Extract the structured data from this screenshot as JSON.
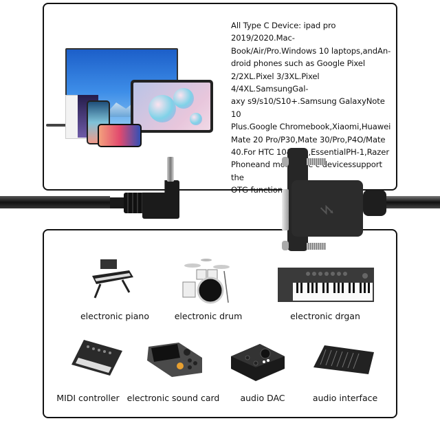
{
  "top_panel": {
    "description": "All Type C Device: ipad pro 2019/2020.Mac-\nBook/Air/Pro.Windows 10 laptops,andAn-\ndroid phones such as Google Pixel\n2/2XL.Pixel 3/3XL.Pixel 4/4XL.SamsungGal-\naxy s9/s10/S10+.Samsung GalaxyNote 10\nPlus.Google Chromebook,Xiaomi,Huawei\nMate 20 Pro/P30,Mate 30/Pro,P4O/Mate\n40.For HTC 10&U11,EssentialPH-1,Razer\nPhoneand more type c devicessupport the\nOTG function",
    "image": "device-collage-laptop-tablet-phones"
  },
  "cable": {
    "left_connector": "usb-c-right-angle-plug",
    "right_connector": "usb-panel-mount-female-with-screws"
  },
  "products": [
    {
      "label": "electronic piano",
      "icon": "keyboard-piano"
    },
    {
      "label": "electronic drum",
      "icon": "drum-kit"
    },
    {
      "label": "electronic drgan",
      "icon": "midi-keyboard"
    },
    {
      "label": "MIDI controller",
      "icon": "mixer"
    },
    {
      "label": "electronic sound card",
      "icon": "sound-card"
    },
    {
      "label": "audio DAC",
      "icon": "audio-dac"
    },
    {
      "label": "audio interface",
      "icon": "audio-mixer-console"
    }
  ],
  "colors": {
    "frame": "#111111",
    "background": "#ffffff",
    "text": "#111111"
  }
}
